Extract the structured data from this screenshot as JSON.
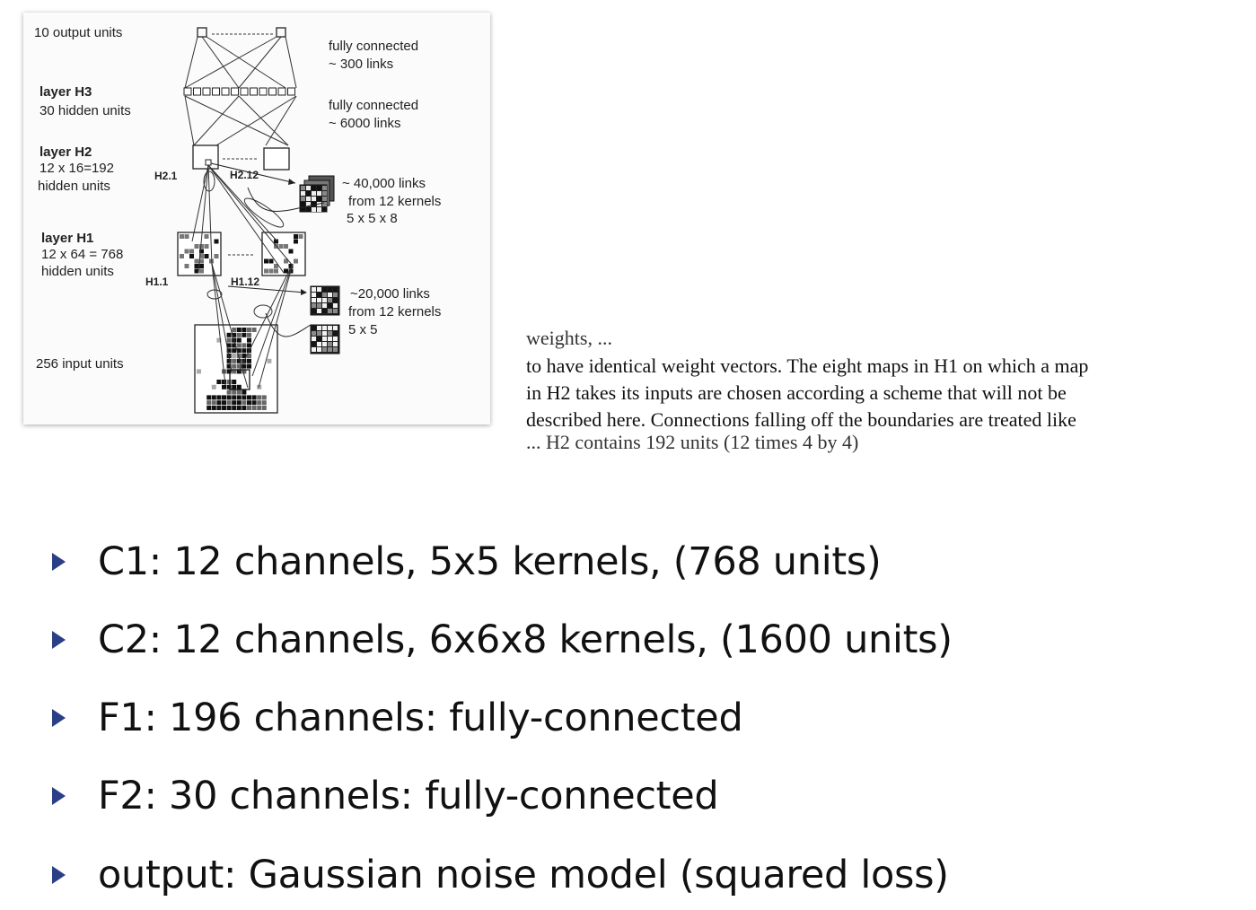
{
  "figure": {
    "labels": {
      "output_units": "10 output units",
      "fc1_line1": "fully connected",
      "fc1_line2": "~ 300 links",
      "h3_title": "layer H3",
      "h3_sub": "30 hidden units",
      "fc2_line1": "fully connected",
      "fc2_line2": "~ 6000 links",
      "h2_title": "layer H2",
      "h2_sub1": "12 x 16=192",
      "h2_sub2": "hidden units",
      "h2_1": "H2.1",
      "h2_12": "H2.12",
      "k2_line1": "~ 40,000 links",
      "k2_line2": "from 12 kernels",
      "k2_line3": "5 x 5 x 8",
      "h1_title": "layer H1",
      "h1_sub1": "12 x 64 = 768",
      "h1_sub2": "hidden units",
      "h1_1": "H1.1",
      "h1_12": "H1.12",
      "k1_line1": "~20,000 links",
      "k1_line2": "from 12 kernels",
      "k1_line3": "5 x 5",
      "input_units": "256 input units"
    }
  },
  "excerpt": {
    "lines": [
      "weights, ...",
      "to have identical weight vectors. The eight maps in H1 on which a map",
      "in H2 takes its inputs are chosen according a scheme that will not be",
      "described here.  Connections falling off the boundaries are treated like",
      "... H2 contains 192 units (12 times 4 by 4)"
    ]
  },
  "bullets": [
    "C1: 12 channels, 5x5 kernels, (768 units)",
    "C2: 12 channels, 6x6x8 kernels, (1600 units)",
    "F1: 196 channels: fully-connected",
    "F2: 30 channels: fully-connected",
    "output: Gaussian noise model (squared loss)"
  ],
  "colors": {
    "bullet_marker": "#2a3f85"
  }
}
